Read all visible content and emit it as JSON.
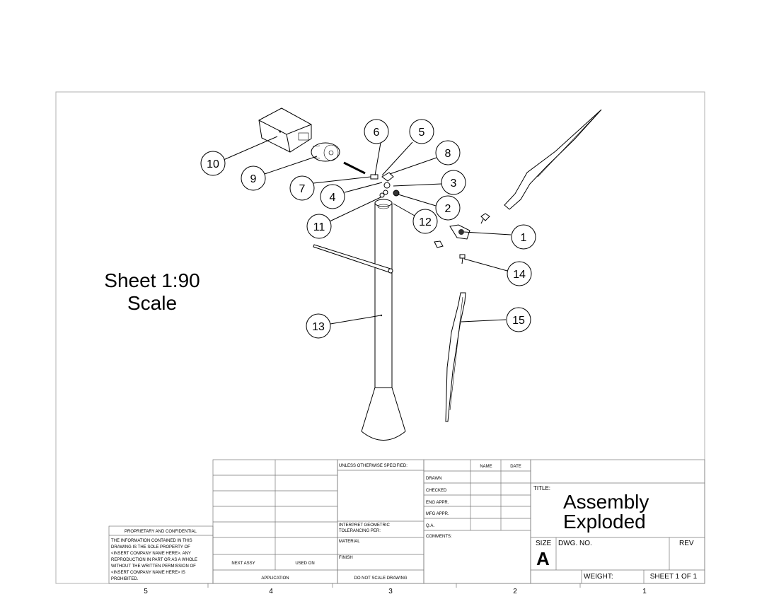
{
  "scale_note": {
    "line1": "Sheet 1:90",
    "line2": "Scale"
  },
  "balloons": [
    {
      "id": "b1",
      "num": "1"
    },
    {
      "id": "b2",
      "num": "2"
    },
    {
      "id": "b3",
      "num": "3"
    },
    {
      "id": "b4",
      "num": "4"
    },
    {
      "id": "b5",
      "num": "5"
    },
    {
      "id": "b6",
      "num": "6"
    },
    {
      "id": "b7",
      "num": "7"
    },
    {
      "id": "b8",
      "num": "8"
    },
    {
      "id": "b9",
      "num": "9"
    },
    {
      "id": "b10",
      "num": "10"
    },
    {
      "id": "b11",
      "num": "11"
    },
    {
      "id": "b12",
      "num": "12"
    },
    {
      "id": "b13",
      "num": "13"
    },
    {
      "id": "b14",
      "num": "14"
    },
    {
      "id": "b15",
      "num": "15"
    }
  ],
  "title_block": {
    "unless": "UNLESS OTHERWISE SPECIFIED:",
    "name": "NAME",
    "date": "DATE",
    "drawn": "DRAWN",
    "checked": "CHECKED",
    "eng_appr": "ENG APPR.",
    "mfg_appr": "MFG APPR.",
    "qa": "Q.A.",
    "comments": "COMMENTS:",
    "interpret": "INTERPRET GEOMETRIC",
    "tolerancing": "TOLERANCING PER:",
    "material": "MATERIAL",
    "finish": "FINISH",
    "next_assy": "NEXT ASSY",
    "used_on": "USED ON",
    "application": "APPLICATION",
    "do_not_scale": "DO NOT SCALE DRAWING",
    "title_label": "TITLE:",
    "title_line1": "Assembly",
    "title_line2": "Exploded",
    "size_label": "SIZE",
    "size_value": "A",
    "dwg_no": "DWG.  NO.",
    "rev": "REV",
    "weight": "WEIGHT:",
    "sheet": "SHEET 1 OF 1"
  },
  "proprietary": {
    "heading": "PROPRIETARY AND CONFIDENTIAL",
    "lines": [
      "THE INFORMATION CONTAINED IN THIS",
      "DRAWING IS THE SOLE PROPERTY OF",
      "<INSERT COMPANY NAME HERE>.  ANY",
      "REPRODUCTION IN PART OR AS A WHOLE",
      "WITHOUT THE WRITTEN PERMISSION OF",
      "<INSERT COMPANY NAME HERE> IS",
      "PROHIBITED."
    ]
  },
  "zones": [
    "5",
    "4",
    "3",
    "2",
    "1"
  ]
}
